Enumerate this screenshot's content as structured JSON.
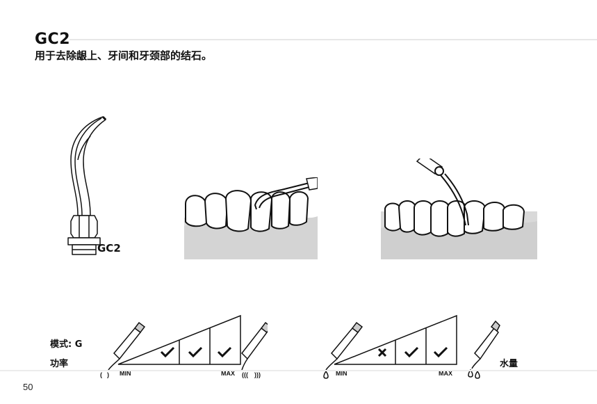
{
  "header": {
    "title": "GC2",
    "subtitle": "用于去除龈上、牙间和牙颈部的结石。"
  },
  "tip_figure": {
    "label": "GC2"
  },
  "settings": {
    "mode_label": "模式: G",
    "power_label": "功率",
    "water_label": "水量",
    "power_scale": {
      "min_label": "MIN",
      "max_label": "MAX",
      "marks": [
        "check",
        "check",
        "check"
      ]
    },
    "water_scale": {
      "min_label": "MIN",
      "max_label": "MAX",
      "marks": [
        "cross",
        "check",
        "check"
      ]
    }
  },
  "footer": {
    "page_number": "50"
  }
}
